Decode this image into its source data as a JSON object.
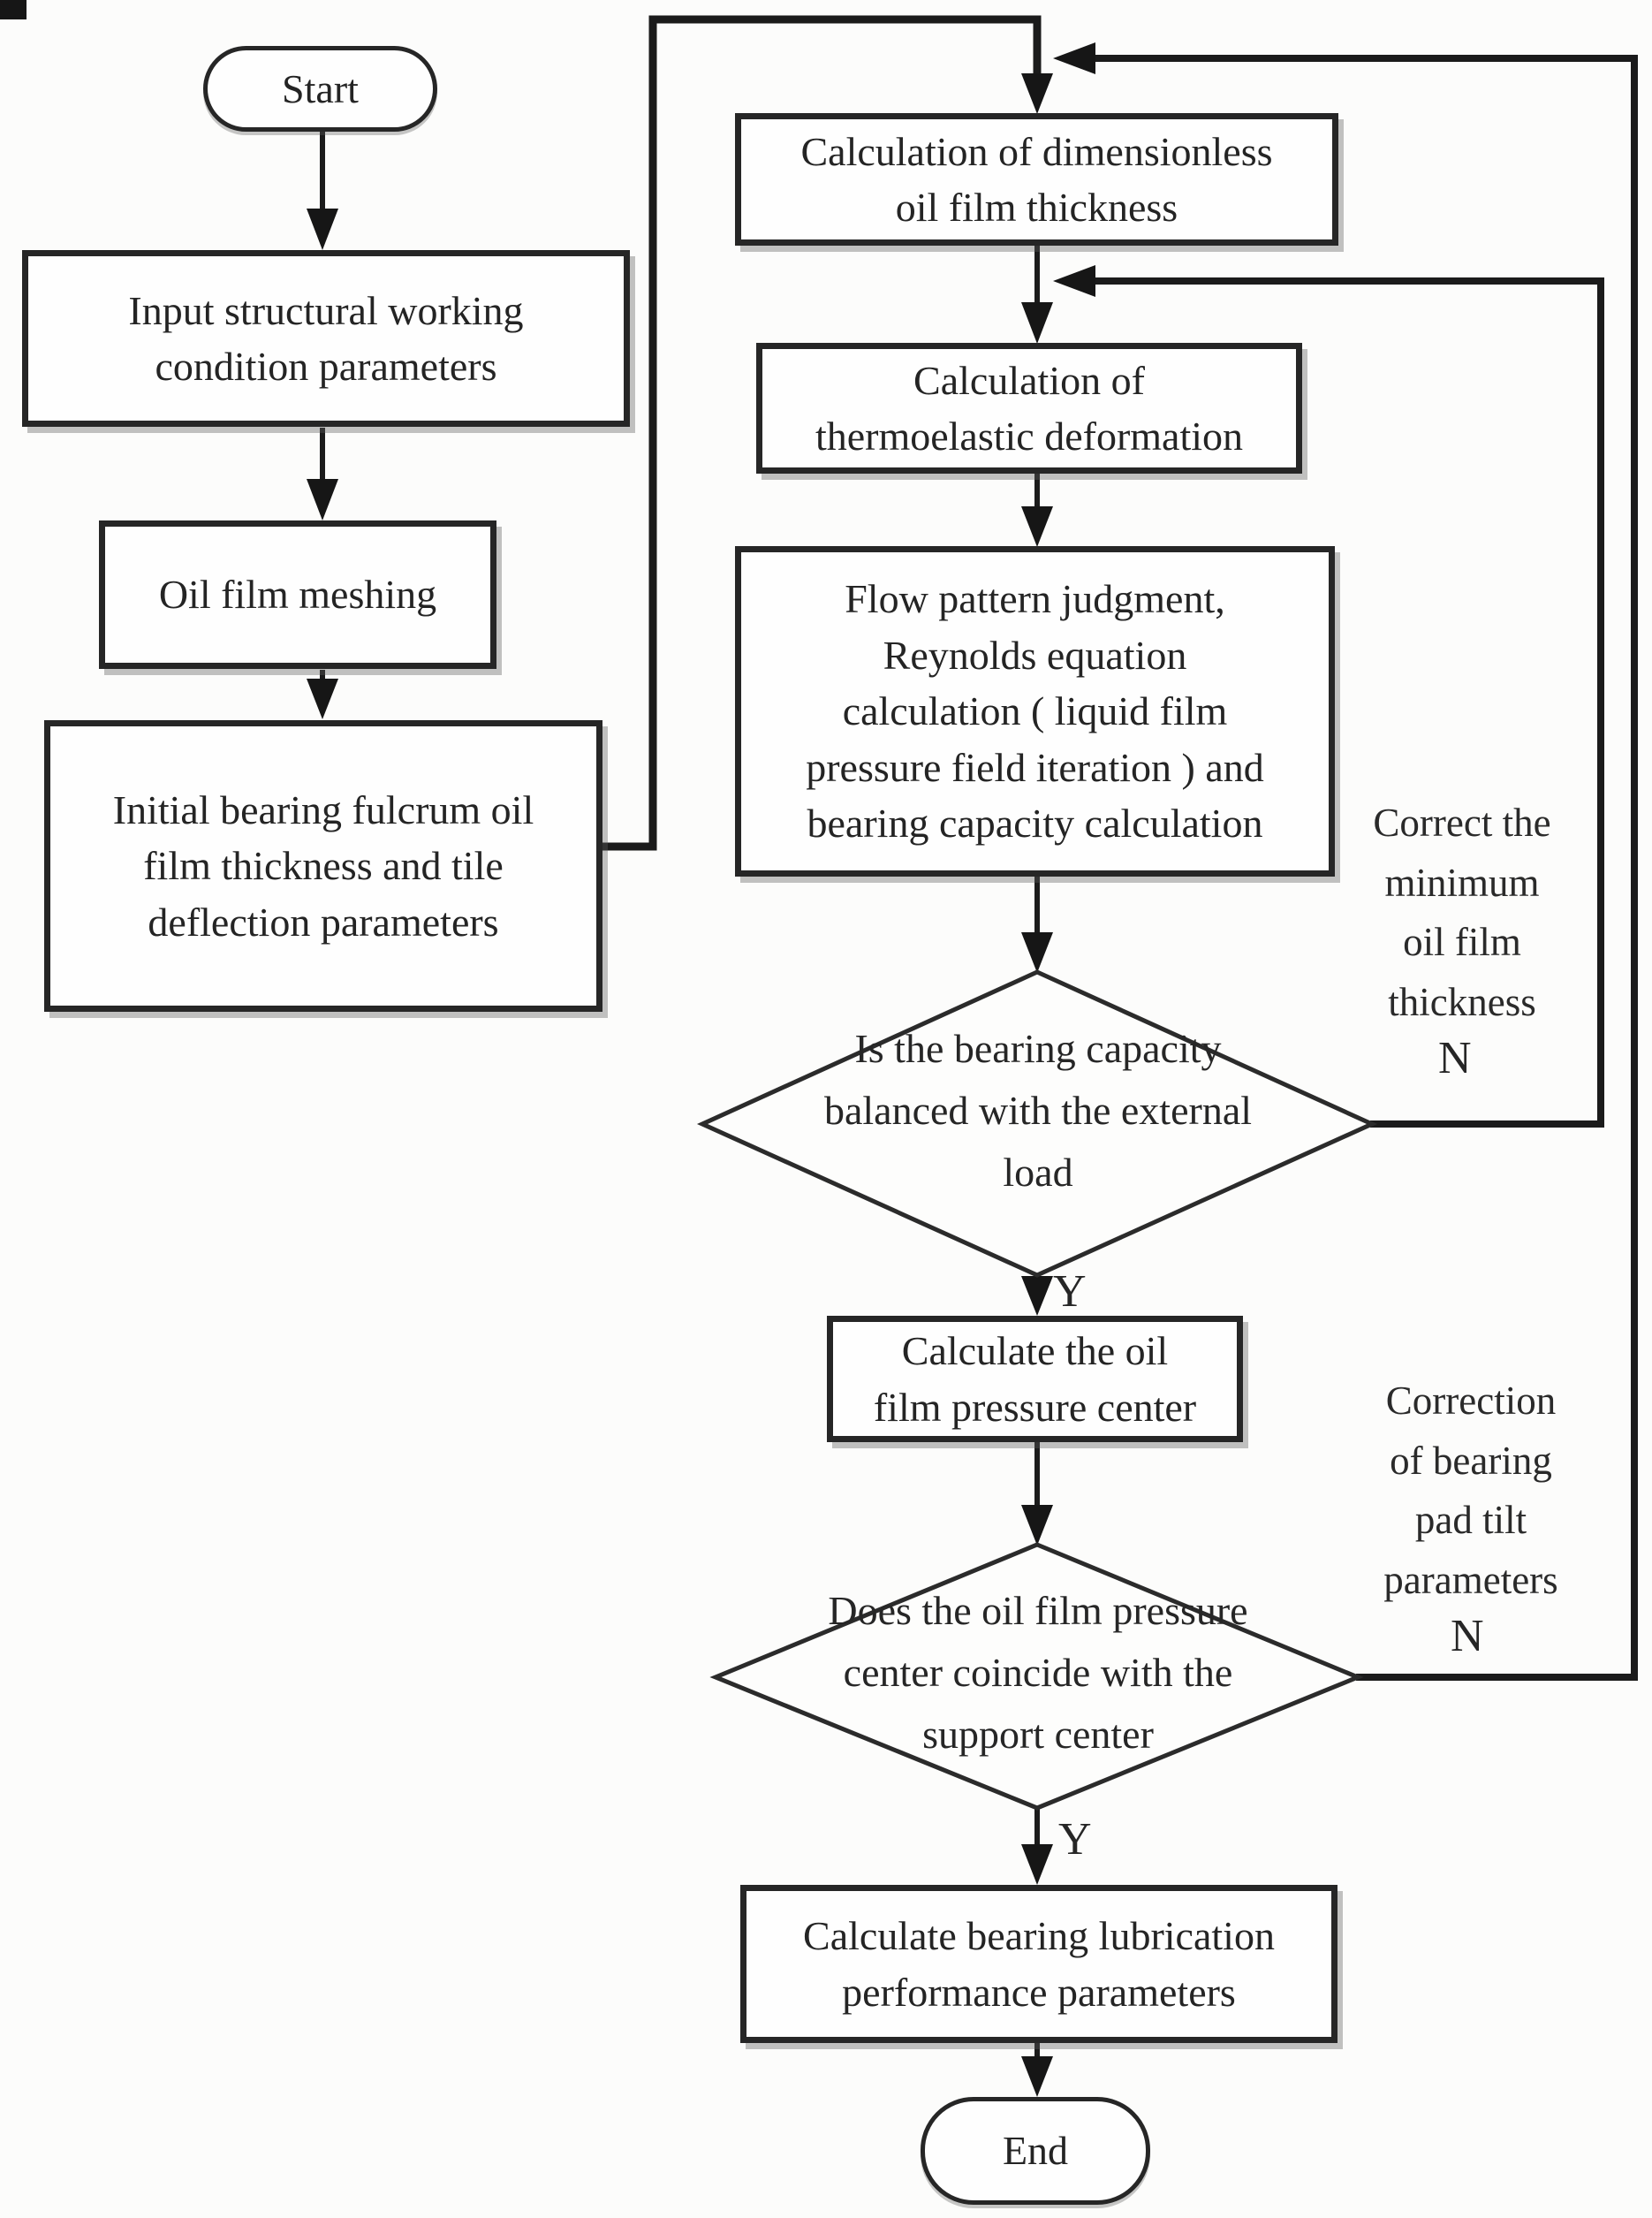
{
  "title": "Bearing lubrication calculation flowchart",
  "colors": {
    "ink": "#1e1e1e",
    "box_border": "#262626",
    "background": "#fcfcfb"
  },
  "nodes": {
    "start": {
      "label": "Start"
    },
    "input_params": {
      "label": "Input structural working\ncondition parameters"
    },
    "oil_film_meshing": {
      "label": "Oil film meshing"
    },
    "initial_bearing": {
      "label": "Initial bearing fulcrum oil\nfilm thickness and tile\ndeflection parameters"
    },
    "calc_dimensionless": {
      "label": "Calculation of dimensionless\noil film thickness"
    },
    "calc_thermoelastic": {
      "label": "Calculation of\nthermoelastic deformation"
    },
    "flow_pattern": {
      "label": "Flow pattern judgment,\nReynolds equation\ncalculation ( liquid film\npressure field iteration ) and\nbearing capacity calculation"
    },
    "calc_pressure_center": {
      "label": "Calculate the oil\nfilm pressure center"
    },
    "calc_lubrication": {
      "label": "Calculate bearing lubrication\nperformance parameters"
    },
    "end": {
      "label": "End"
    }
  },
  "decisions": {
    "capacity_balance": {
      "label": "Is the bearing capacity\nbalanced with the external\nload",
      "yes_label": "Y",
      "no_label": "N"
    },
    "center_coincide": {
      "label": "Does the oil film pressure\ncenter coincide with the\nsupport center",
      "yes_label": "Y",
      "no_label": "N"
    }
  },
  "side_notes": {
    "correct_min_thickness": {
      "label": "Correct the\nminimum\noil film\nthickness"
    },
    "correct_pad_tilt": {
      "label": "Correction\nof bearing\npad tilt\nparameters"
    }
  }
}
